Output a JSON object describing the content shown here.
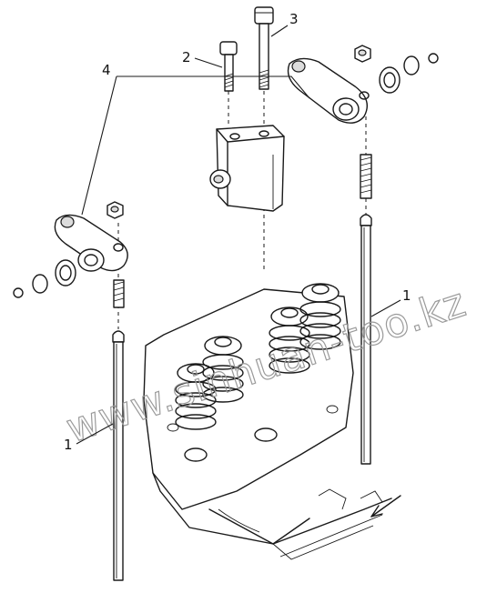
{
  "diagram": {
    "callouts": [
      {
        "id": "pushrod-right",
        "label": "1"
      },
      {
        "id": "pushrod-left",
        "label": "1"
      },
      {
        "id": "bolt-short",
        "label": "2"
      },
      {
        "id": "bolt-long",
        "label": "3"
      },
      {
        "id": "rocker-arms",
        "label": "4"
      }
    ],
    "watermark": "www.sinhuan-too.kz"
  }
}
